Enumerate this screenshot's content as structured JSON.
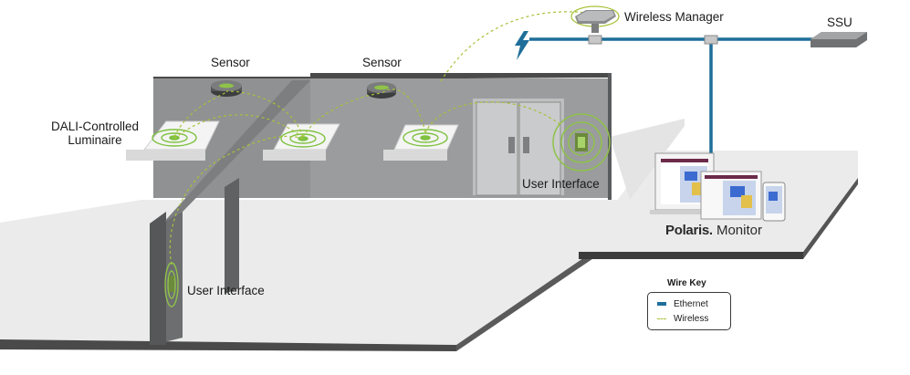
{
  "labels": {
    "sensor_left": "Sensor",
    "sensor_right": "Sensor",
    "wireless_manager": "Wireless Manager",
    "ssu": "SSU",
    "luminaire_line1": "DALI-Controlled",
    "luminaire_line2": "Luminaire",
    "user_interface_right": "User Interface",
    "user_interface_left": "User Interface"
  },
  "brand": {
    "part1": "Polaris.",
    "part2": " Monitor"
  },
  "wire_key": {
    "title": "Wire Key",
    "items": [
      {
        "label": "Ethernet",
        "color": "#1f6e9a"
      },
      {
        "label": "Wireless",
        "color": "#a7c23a"
      }
    ]
  },
  "colors": {
    "ethernet": "#1f6e9a",
    "wireless": "#a7c23a",
    "signal": "#7fc241",
    "wall": "#8e9091",
    "floor": "#ececec"
  }
}
